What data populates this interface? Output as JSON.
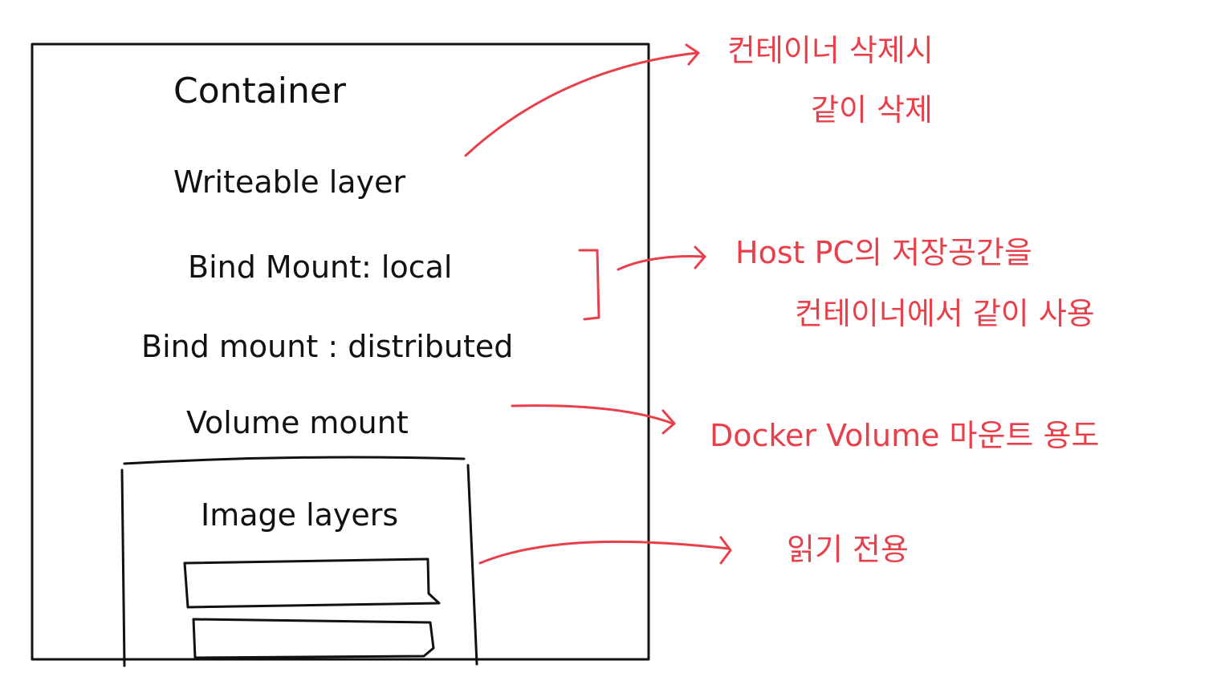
{
  "colors": {
    "ink": "#111111",
    "annotation": "#e8404a",
    "background": "#ffffff"
  },
  "container": {
    "title": "Container",
    "layers": {
      "writeable": "Writeable layer",
      "bind_local": "Bind Mount: local",
      "bind_distributed": "Bind mount : distributed",
      "volume": "Volume mount"
    },
    "image": {
      "title": "Image layers"
    }
  },
  "annotations": {
    "writeable_note": [
      "컨테이너 삭제시",
      "같이 삭제"
    ],
    "bind_note": [
      "Host PC의 저장공간을",
      "컨테이너에서 같이 사용"
    ],
    "volume_note": "Docker Volume 마운트 용도",
    "image_note": "읽기 전용"
  }
}
